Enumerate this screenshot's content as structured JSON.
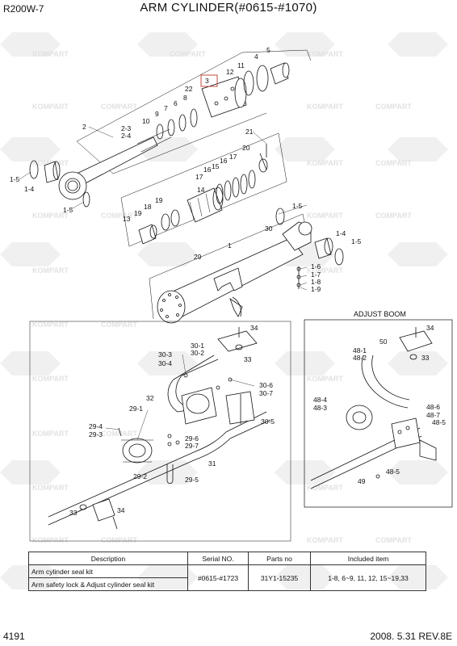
{
  "header": {
    "model": "R200W-7",
    "title": "ARM CYLINDER(#0615-#1070)"
  },
  "inset": {
    "title": "ADJUST BOOM"
  },
  "watermarks": [
    "KOMPART",
    "COMPART"
  ],
  "callouts": {
    "c1": "1",
    "c2": "2",
    "c2_3": "2-3",
    "c2_4": "2-4",
    "c3": "3",
    "c4": "4",
    "c5": "5",
    "c6": "6",
    "c7": "7",
    "c8": "8",
    "c9": "9",
    "c10": "10",
    "c11": "11",
    "c12": "12",
    "c13": "13",
    "c14": "14",
    "c15": "15",
    "c16": "16",
    "c17a": "17",
    "c17b": "17",
    "c18": "18",
    "c19a": "19",
    "c19b": "19",
    "c20": "20",
    "c21": "21",
    "c22": "22",
    "c1_5a": "1-5",
    "c1_4a": "1-4",
    "c1_5b": "1-5",
    "c1_5c": "1-5",
    "c1_4b": "1-4",
    "c1_5d": "1-5",
    "c1_6": "1-6",
    "c1_7": "1-7",
    "c1_8": "1-8",
    "c1_9": "1-9",
    "c29": "29",
    "c30": "30",
    "c34a": "34",
    "c33a": "33",
    "c30_3": "30-3",
    "c30_4": "30-4",
    "c30_1": "30-1",
    "c30_2": "30-2",
    "c30_6": "30-6",
    "c30_7": "30-7",
    "c30_5": "30-5",
    "c32": "32",
    "c29_1": "29-1",
    "c29_4": "29-4",
    "c29_3": "29-3",
    "c29_6": "29-6",
    "c29_7": "29-7",
    "c29_2": "29-2",
    "c31": "31",
    "c29_5": "29-5",
    "c33b": "33",
    "c34b": "34",
    "c34c": "34",
    "c50": "50",
    "c33c": "33",
    "c48_1": "48-1",
    "c48_2": "48-2",
    "c48_4": "48-4",
    "c48_3": "48-3",
    "c48_6": "48-6",
    "c48_7": "48-7",
    "c48_5a": "48-5",
    "c48_5b": "48-5",
    "c49": "49"
  },
  "table": {
    "headers": [
      "Description",
      "Serial NO.",
      "Parts no",
      "Included item"
    ],
    "rows": [
      {
        "description": "Arm cylinder seal kit",
        "serial": "",
        "parts_no": "",
        "included": ""
      },
      {
        "description": "Arm safety lock & Adjust cylinder seal kit",
        "serial": "#0615-#1723",
        "parts_no": "31Y1-15235",
        "included": "1-8, 6~9, 11, 12, 15~19,33"
      }
    ]
  },
  "footer": {
    "page": "4191",
    "date_rev": "2008. 5.31  REV.8E"
  }
}
